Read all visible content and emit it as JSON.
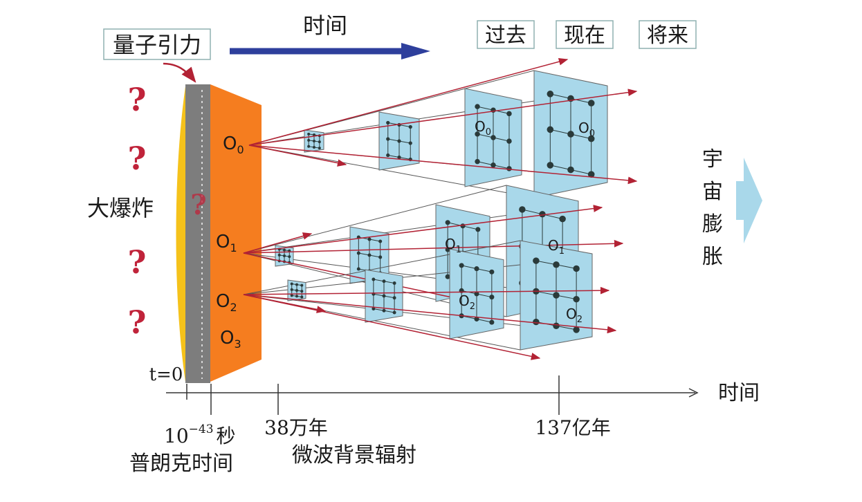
{
  "labels": {
    "quantum_gravity": "量子引力",
    "time_top": "时间",
    "past": "过去",
    "present": "现在",
    "future": "将来",
    "big_bang": "大爆炸",
    "expansion": [
      "宇",
      "宙",
      "膨",
      "胀"
    ],
    "t0": "t=0",
    "time_axis": "时间",
    "planck_base": "10",
    "planck_exp": "−43",
    "planck_unit": "秒",
    "planck_time": "普朗克时间",
    "year_38": "38万年",
    "cmb": "微波背景辐射",
    "year_137": "137亿年",
    "question": "?"
  },
  "origins": {
    "o0": {
      "base": "O",
      "sub": "0"
    },
    "o1": {
      "base": "O",
      "sub": "1"
    },
    "o2": {
      "base": "O",
      "sub": "2"
    },
    "o3": {
      "base": "O",
      "sub": "3"
    }
  },
  "colors": {
    "orange_wall": "#f57d1f",
    "grey_wall": "#7d7d7d",
    "yellow_edge": "#f5c21b",
    "panel": "#a9d8ea",
    "arrow_red": "#b22234",
    "arrow_blue": "#2e3f9c",
    "expansion_arrow": "#a9d8ea"
  }
}
